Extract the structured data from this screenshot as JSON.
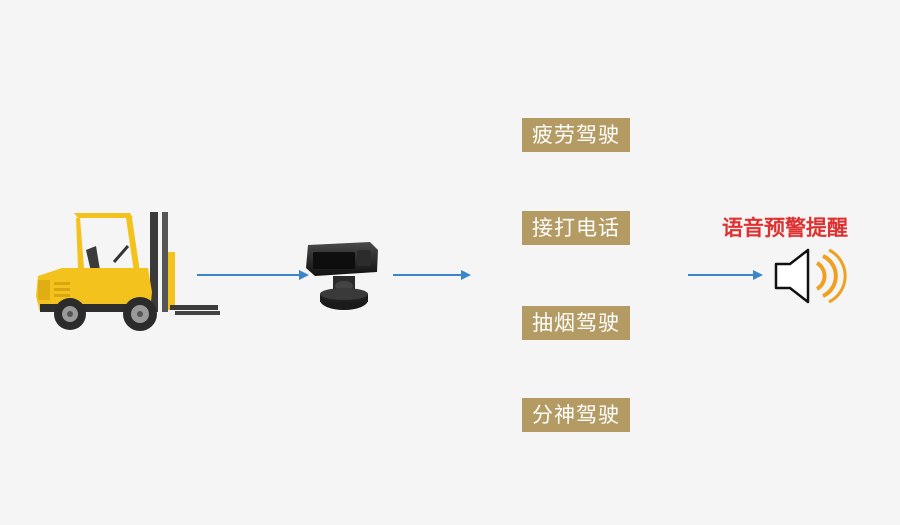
{
  "colors": {
    "background": "#f5f5f5",
    "arrow": "#3a86c8",
    "label_box": "#b49a63",
    "alert_text": "#e03131",
    "speaker_ring": "#f0a020",
    "forklift_body": "#f3c21c",
    "forklift_dark": "#3b3b3b"
  },
  "icons": {
    "vehicle": "forklift-icon",
    "camera": "dms-camera-icon",
    "speaker": "speaker-icon"
  },
  "behaviors": [
    "疲劳驾驶",
    "接打电话",
    "抽烟驾驶",
    "分神驾驶"
  ],
  "alert": {
    "title": "语音预警提醒"
  }
}
